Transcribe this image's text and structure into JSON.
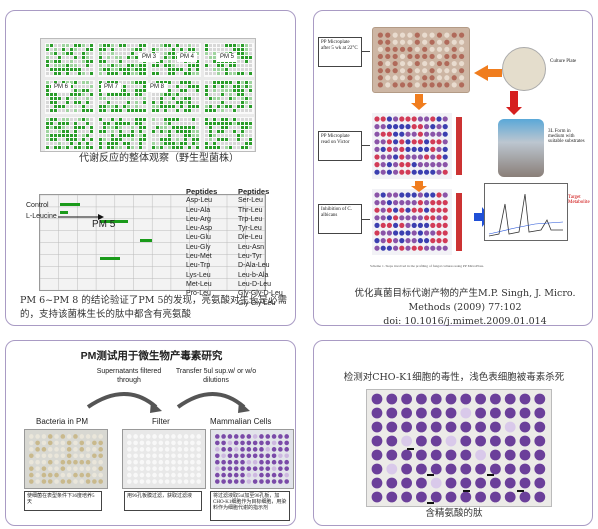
{
  "panel1": {
    "plate_labels": [
      "PM 3",
      "PM 4",
      "PM 5",
      "PM 6",
      "PM 7",
      "PM 8"
    ],
    "caption_top": "代谢反应的整体观察（野生型菌株）",
    "growth_labels": {
      "control": "Control",
      "leucine": "L-Leucine",
      "pm5": "PM 5"
    },
    "peptides_header_1": "Peptides",
    "peptides_header_2": "Peptides",
    "peptides_col1": [
      "Asp-Leu",
      "Leu-Ala",
      "Leu-Arg",
      "Leu-Asp",
      "Leu-Glu",
      "Leu-Gly",
      "Leu-Met",
      "Leu-Trp",
      "Lys-Leu",
      "Met-Leu",
      "Pro-Leu"
    ],
    "peptides_col2": [
      "Ser-Leu",
      "Thr-Leu",
      "Trp-Leu",
      "Tyr-Leu",
      "Dle-Leu",
      "Leu-Asn",
      "Leu-Tyr",
      "D-Ala-Leu",
      "Leu-b-Ala",
      "Leu-D-Leu",
      "Gly-Gly-D-Leu",
      "Gly-Gly-Leu"
    ],
    "caption_bottom": "PM 6~PM 8 的结论验证了PM 5的发现，亮氨酸对生长是必需的，支持该菌株生长的肽中都含有亮氨酸"
  },
  "panel2": {
    "box1": "PP Microplate after 5 wk at 22°C",
    "box2": "PP Microplate read on Victor",
    "box3": "Inhibition of C. albicans",
    "culture": "Culture Plate",
    "form": "3L Form in medium with suitable substrates",
    "target": "Target Metabolite",
    "scheme": "Scheme 1. Steps involved in the profiling of fungal cultures using PP MicroPlate.",
    "caption_1": "优化真菌目标代谢产物的产生M.P. Singh, J. Micro.",
    "caption_2": "Methods (2009) 77:102",
    "caption_3": "doi: 10.1016/j.mimet.2009.01.014"
  },
  "panel3": {
    "title": "PM测试用于微生物产毒素研究",
    "arrow1": "Supernatants filtered through",
    "arrow2": "Transfer 5ul sup.w/ or w/o dilutions",
    "label_bacteria": "Bacteria in PM",
    "label_filter": "Filter",
    "label_cells": "Mammalian Cells",
    "note1": "使细菌在表型条件下36度培养5天",
    "note2": "用96孔板膜过滤，获取过滤液",
    "note3": "将过滤液取5ul加至96孔板，加CHO-K1细胞作为目标细胞，用染料作为细胞代谢的指示剂"
  },
  "panel4": {
    "caption_top": "检测对CHO-K1细胞的毒性，浅色表细胞被毒素杀死",
    "caption_bottom": "含精氨酸的肽"
  },
  "colors": {
    "border": "#a99bc4",
    "orange": "#f07d1e",
    "purple": "#6b3f9a"
  }
}
